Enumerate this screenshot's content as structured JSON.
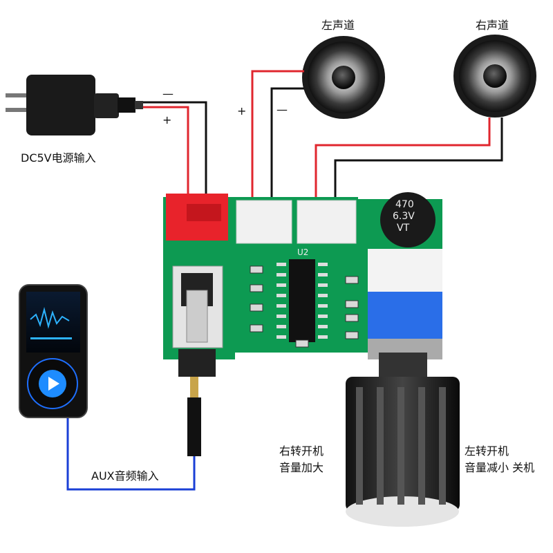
{
  "labels": {
    "left_channel": "左声道",
    "right_channel": "右声道",
    "power_input": "DC5V电源输入",
    "minus_power": "—",
    "plus_power": "+",
    "plus_left": "+",
    "minus_left": "—",
    "aux_input": "AUX音频输入",
    "knob_right_1": "右转开机",
    "knob_right_2": "音量加大",
    "knob_left_1": "左转开机",
    "knob_left_2": "音量减小 关机"
  },
  "capacitor": {
    "line1": "470",
    "line2": "6.3V",
    "line3": "VT"
  },
  "board": {
    "chip_label": "U2"
  },
  "player": {
    "header_left": "",
    "song_text": ""
  },
  "colors": {
    "board_green": "#0d9a52",
    "wire_red": "#e0262e",
    "wire_black": "#111111",
    "wire_blue": "#1a3fd6",
    "connector_red": "#e8232b"
  }
}
